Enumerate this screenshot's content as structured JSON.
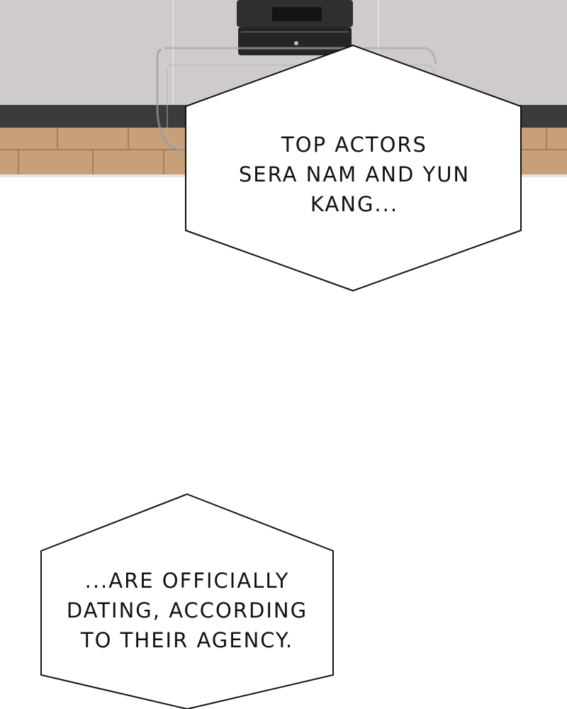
{
  "panel_top": {
    "bubble": {
      "lines": [
        "TOP ACTORS",
        "SERA NAM AND YUN",
        "KANG..."
      ]
    }
  },
  "panel_bottom": {
    "bubble": {
      "lines": [
        "...ARE OFFICIALLY",
        "DATING, ACCORDING",
        "TO THEIR AGENCY."
      ]
    }
  },
  "colors": {
    "wall": "#cfcbca",
    "baseboard": "#3b3b3b",
    "floor": "#c7a07a",
    "bubble_fill": "#ffffff",
    "bubble_stroke": "#111111"
  }
}
